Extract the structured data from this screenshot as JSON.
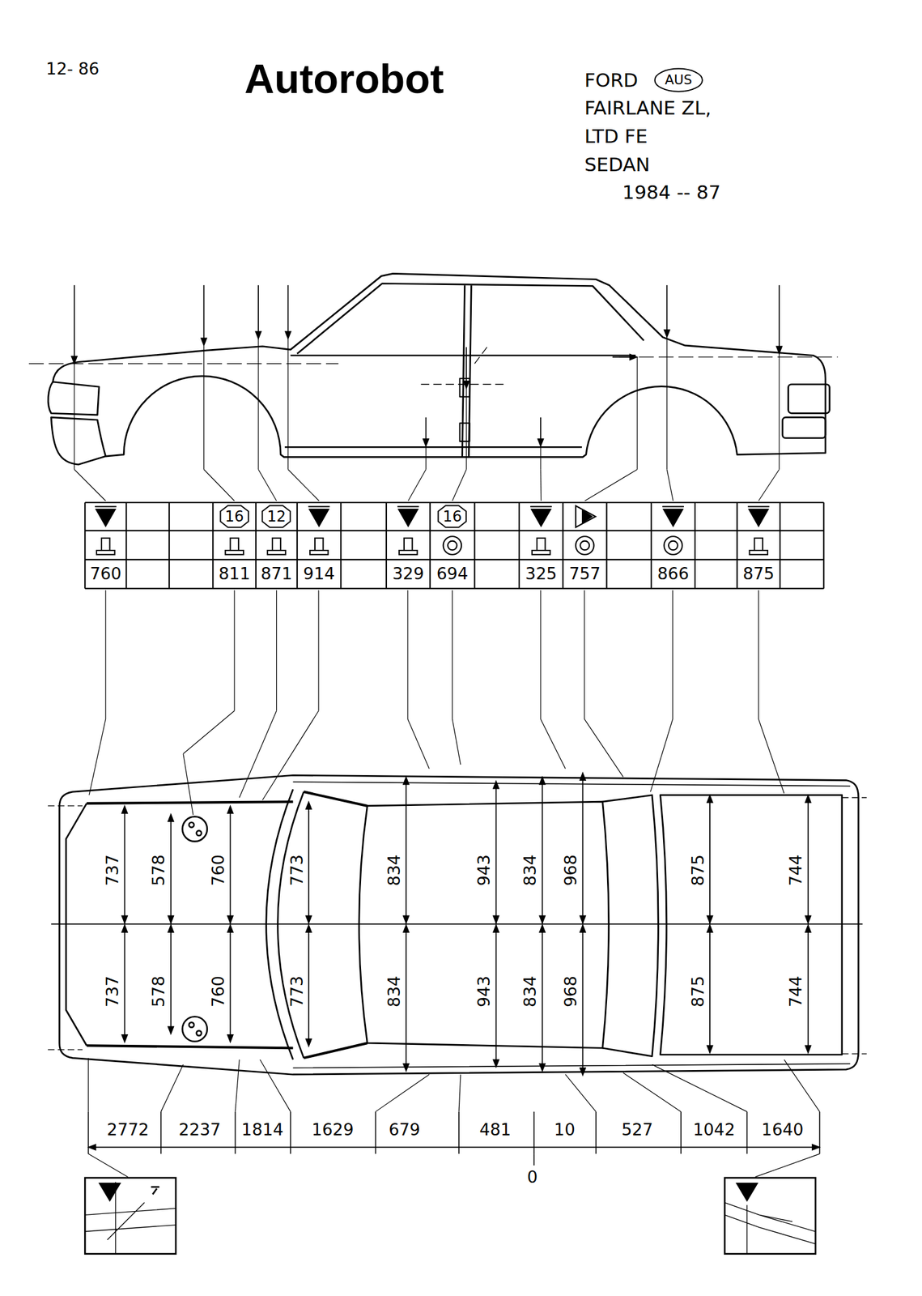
{
  "diagram": {
    "title": "Autorobot",
    "nodes": [
      {
        "text": [
          "AUS"
        ]
      },
      {
        "text": [
          "16"
        ]
      },
      {
        "text": [
          "12"
        ]
      },
      {
        "text": [
          "16"
        ]
      }
    ],
    "labels": [
      "12- 86",
      "FORD",
      "FAIRLANE ZL,",
      "LTD FE",
      "SEDAN",
      "1984 -- 87",
      "760",
      "811",
      "871",
      "914",
      "329",
      "694",
      "325",
      "757",
      "866",
      "875",
      "737",
      "578",
      "760",
      "773",
      "834",
      "943",
      "834",
      "968",
      "875",
      "744",
      "737",
      "578",
      "760",
      "773",
      "834",
      "943",
      "834",
      "968",
      "875",
      "744",
      "2772",
      "2237",
      "1814",
      "1629",
      "679",
      "481",
      "10",
      "527",
      "1042",
      "1640",
      "0"
    ]
  }
}
